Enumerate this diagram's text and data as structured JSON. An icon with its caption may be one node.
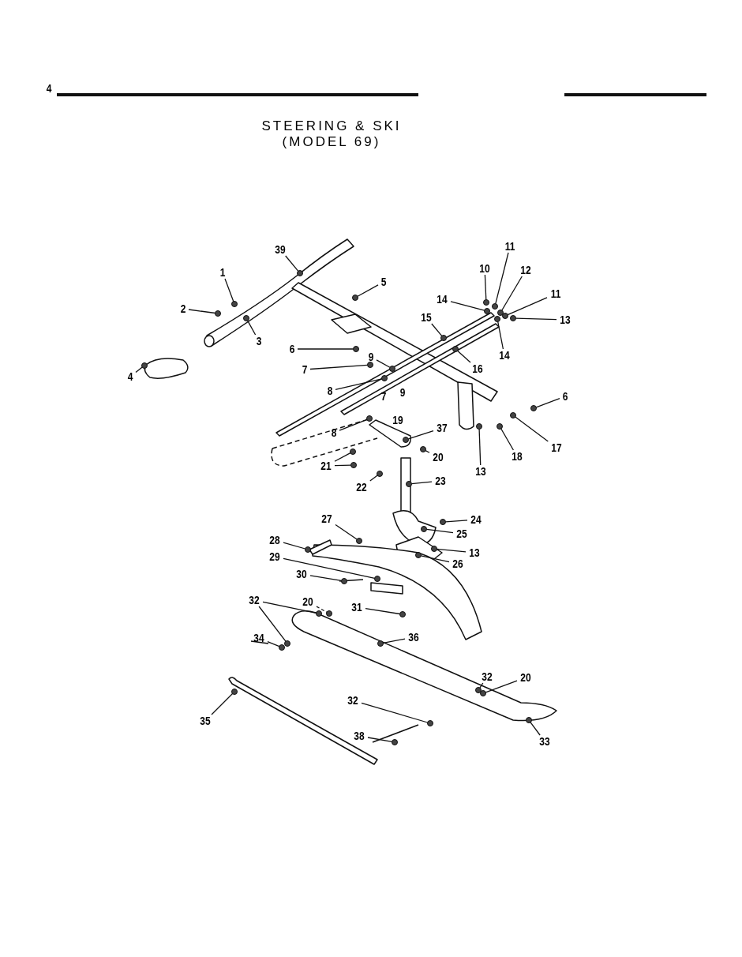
{
  "diagram": {
    "title": "STEERING & SKI (MODEL 69)",
    "nodes": [
      {
        "text": [
          "11"
        ]
      },
      {
        "text": [
          "39"
        ]
      },
      {
        "text": [
          "10"
        ]
      },
      {
        "text": [
          "12"
        ]
      },
      {
        "text": [
          "1"
        ]
      },
      {
        "text": [
          "5"
        ]
      },
      {
        "text": [
          "11"
        ]
      },
      {
        "text": [
          "14"
        ]
      },
      {
        "text": [
          "2"
        ]
      },
      {
        "text": [
          "15"
        ]
      },
      {
        "text": [
          "13"
        ]
      },
      {
        "text": [
          "3"
        ]
      },
      {
        "text": [
          "6"
        ]
      },
      {
        "text": [
          "14"
        ]
      },
      {
        "text": [
          "9"
        ]
      },
      {
        "text": [
          "16"
        ]
      },
      {
        "text": [
          "7"
        ]
      },
      {
        "text": [
          "4"
        ]
      },
      {
        "text": [
          "8"
        ]
      },
      {
        "text": [
          "6"
        ]
      },
      {
        "text": [
          "37"
        ]
      },
      {
        "text": [
          "8"
        ]
      },
      {
        "text": [
          "17"
        ]
      },
      {
        "text": [
          "18"
        ]
      },
      {
        "text": [
          "20"
        ]
      },
      {
        "text": [
          "21"
        ]
      },
      {
        "text": [
          "13"
        ]
      },
      {
        "text": [
          "23"
        ]
      },
      {
        "text": [
          "22"
        ]
      },
      {
        "text": [
          "27"
        ]
      },
      {
        "text": [
          "24"
        ]
      },
      {
        "text": [
          "25"
        ]
      },
      {
        "text": [
          "28"
        ]
      },
      {
        "text": [
          "13"
        ]
      },
      {
        "text": [
          "29"
        ]
      },
      {
        "text": [
          "26"
        ]
      },
      {
        "text": [
          "30"
        ]
      },
      {
        "text": [
          "32"
        ]
      },
      {
        "text": [
          "20"
        ]
      },
      {
        "text": [
          "31"
        ]
      },
      {
        "text": [
          "36"
        ]
      },
      {
        "text": [
          "34"
        ]
      },
      {
        "text": [
          "32"
        ]
      },
      {
        "text": [
          "20"
        ]
      },
      {
        "text": [
          "32"
        ]
      },
      {
        "text": [
          "35"
        ]
      },
      {
        "text": [
          "38"
        ]
      },
      {
        "text": [
          "33"
        ]
      },
      {
        "text": [],
        "shape": "circle"
      },
      {
        "text": [],
        "shape": "circle"
      },
      {
        "text": [],
        "shape": "circle"
      },
      {
        "text": [],
        "shape": "circle"
      },
      {
        "text": [],
        "shape": "circle"
      },
      {
        "text": [],
        "shape": "circle"
      },
      {
        "text": [],
        "shape": "circle"
      },
      {
        "text": [],
        "shape": "circle"
      },
      {
        "text": [],
        "shape": "circle"
      },
      {
        "text": [],
        "shape": "circle"
      },
      {
        "text": [],
        "shape": "circle"
      },
      {
        "text": [],
        "shape": "circle"
      },
      {
        "text": [],
        "shape": "circle"
      },
      {
        "text": [],
        "shape": "circle"
      },
      {
        "text": [],
        "shape": "circle"
      },
      {
        "text": [],
        "shape": "circle"
      },
      {
        "text": [],
        "shape": "circle"
      },
      {
        "text": [],
        "shape": "circle"
      },
      {
        "text": [],
        "shape": "circle"
      },
      {
        "text": [],
        "shape": "circle"
      },
      {
        "text": [],
        "shape": "circle"
      },
      {
        "text": [],
        "shape": "circle"
      },
      {
        "text": [],
        "shape": "circle"
      },
      {
        "text": [],
        "shape": "circle"
      },
      {
        "text": [],
        "shape": "circle"
      },
      {
        "text": [],
        "shape": "circle"
      },
      {
        "text": [],
        "shape": "circle"
      },
      {
        "text": [],
        "shape": "circle"
      },
      {
        "text": [],
        "shape": "circle"
      },
      {
        "text": [],
        "shape": "circle"
      },
      {
        "text": [],
        "shape": "circle"
      },
      {
        "text": [],
        "shape": "circle"
      },
      {
        "text": [],
        "shape": "circle"
      },
      {
        "text": [],
        "shape": "circle"
      },
      {
        "text": [],
        "shape": "circle"
      },
      {
        "text": [],
        "shape": "circle"
      },
      {
        "text": [],
        "shape": "circle"
      },
      {
        "text": [],
        "shape": "circle"
      },
      {
        "text": [],
        "shape": "circle"
      },
      {
        "text": [],
        "shape": "circle"
      },
      {
        "text": [],
        "shape": "circle"
      },
      {
        "text": [],
        "shape": "circle"
      },
      {
        "text": [],
        "shape": "circle"
      },
      {
        "text": [],
        "shape": "circle"
      },
      {
        "text": [],
        "shape": "circle"
      },
      {
        "text": [],
        "shape": "circle"
      },
      {
        "text": [],
        "shape": "circle"
      },
      {
        "text": [],
        "shape": "circle"
      },
      {
        "text": [],
        "shape": "circle"
      },
      {
        "text": [],
        "shape": "circle"
      }
    ],
    "edges": [
      {
        "from": 0,
        "to": 48,
        "arrow": "none"
      },
      {
        "from": 1,
        "to": 49,
        "arrow": "none"
      },
      {
        "from": 2,
        "to": 50,
        "arrow": "none"
      },
      {
        "from": 3,
        "to": 51,
        "arrow": "none"
      },
      {
        "from": 4,
        "to": 52,
        "arrow": "none"
      },
      {
        "from": 5,
        "to": 53,
        "arrow": "none"
      },
      {
        "from": 6,
        "to": 54,
        "arrow": "none"
      },
      {
        "from": 7,
        "to": 55,
        "arrow": "none"
      },
      {
        "from": 8,
        "to": 56,
        "arrow": "none"
      },
      {
        "from": 9,
        "to": 57,
        "arrow": "none"
      },
      {
        "from": 10,
        "to": 58,
        "arrow": "none"
      },
      {
        "from": 11,
        "to": 59,
        "arrow": "none"
      },
      {
        "from": 12,
        "to": 60,
        "arrow": "none"
      },
      {
        "from": 13,
        "to": 61,
        "arrow": "none"
      },
      {
        "from": 14,
        "to": 62,
        "arrow": "none"
      },
      {
        "from": 15,
        "to": 63,
        "arrow": "none"
      },
      {
        "from": 16,
        "to": 64,
        "arrow": "none"
      },
      {
        "from": 17,
        "to": 65,
        "arrow": "none"
      },
      {
        "from": 18,
        "to": 66,
        "arrow": "none"
      },
      {
        "from": 19,
        "to": 67,
        "arrow": "none"
      },
      {
        "from": 20,
        "to": 68,
        "arrow": "none"
      },
      {
        "from": 21,
        "to": 69,
        "arrow": "none"
      },
      {
        "from": 22,
        "to": 70,
        "arrow": "none"
      },
      {
        "from": 23,
        "to": 71,
        "arrow": "none"
      },
      {
        "from": 24,
        "to": 72,
        "arrow": "none"
      },
      {
        "from": 25,
        "to": 73,
        "arrow": "none"
      },
      {
        "from": 25,
        "to": 74,
        "arrow": "none"
      },
      {
        "from": 26,
        "to": 75,
        "arrow": "none"
      },
      {
        "from": 27,
        "to": 76,
        "arrow": "none"
      },
      {
        "from": 28,
        "to": 77,
        "arrow": "none"
      },
      {
        "from": 29,
        "to": 78,
        "arrow": "none"
      },
      {
        "from": 30,
        "to": 79,
        "arrow": "none"
      },
      {
        "from": 31,
        "to": 80,
        "arrow": "none"
      },
      {
        "from": 32,
        "to": 81,
        "arrow": "none"
      },
      {
        "from": 33,
        "to": 82,
        "arrow": "none"
      },
      {
        "from": 34,
        "to": 83,
        "arrow": "none"
      },
      {
        "from": 35,
        "to": 84,
        "arrow": "none"
      },
      {
        "from": 36,
        "to": 85,
        "arrow": "none"
      },
      {
        "from": 37,
        "to": 86,
        "arrow": "none"
      },
      {
        "from": 37,
        "to": 87,
        "arrow": "none"
      },
      {
        "from": 38,
        "to": 88,
        "arrow": "none",
        "style": "dashed"
      },
      {
        "from": 39,
        "to": 89,
        "arrow": "none"
      },
      {
        "from": 40,
        "to": 90,
        "arrow": "none"
      },
      {
        "from": 41,
        "to": 91,
        "arrow": "none"
      },
      {
        "from": 42,
        "to": 92,
        "arrow": "none"
      },
      {
        "from": 43,
        "to": 93,
        "arrow": "none"
      },
      {
        "from": 44,
        "to": 94,
        "arrow": "none"
      },
      {
        "from": 45,
        "to": 95,
        "arrow": "none"
      },
      {
        "from": 46,
        "to": 96,
        "arrow": "none"
      },
      {
        "from": 47,
        "to": 97,
        "arrow": "none"
      }
    ],
    "labels": [
      "4",
      "9",
      "7",
      "19"
    ]
  }
}
